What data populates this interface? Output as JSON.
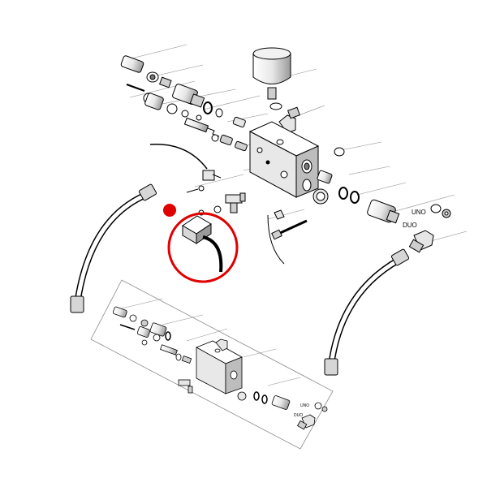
{
  "labels": {
    "uno_main": "UNO",
    "duo_main": "DUO",
    "uno_inset": "UNO",
    "duo_inset": "DUO"
  },
  "colors": {
    "line": "#000000",
    "fill_light": "#ffffff",
    "fill_shade": "#cfcfcf",
    "fill_dark": "#7a7a7a",
    "highlight": "#e00000",
    "leader": "#8a8a8a"
  },
  "highlight": {
    "marker_icon": "red-dot-icon",
    "circle_icon": "highlight-circle-icon",
    "part_icon": "solenoid-connector-icon"
  }
}
